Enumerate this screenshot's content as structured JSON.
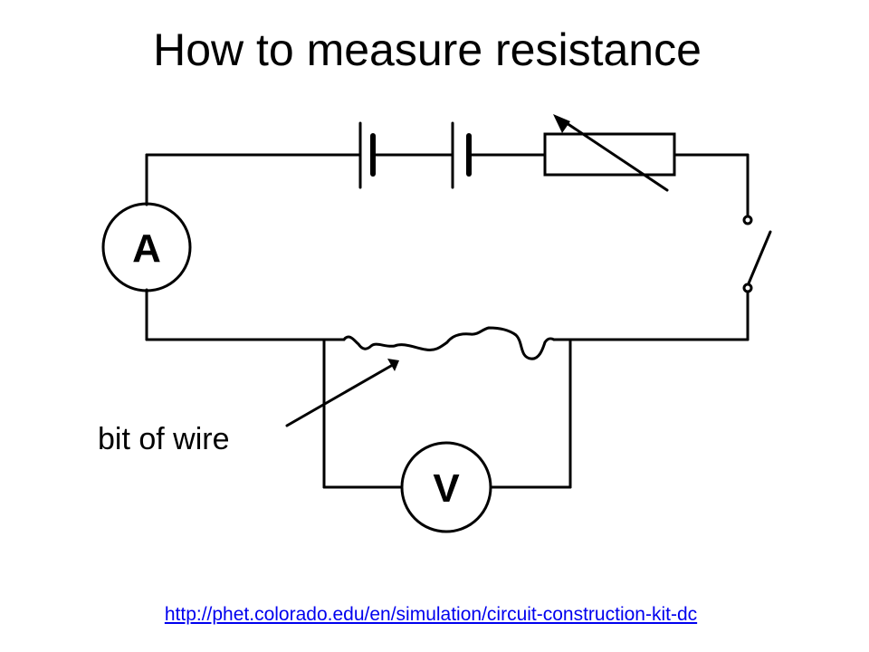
{
  "title": "How to measure resistance",
  "ammeter_label": "A",
  "voltmeter_label": "V",
  "wire_label": "bit of wire",
  "link_url": "http://phet.colorado.edu/en/simulation/circuit-construction-kit-dc",
  "colors": {
    "line": "#000000",
    "link": "#0000ee",
    "background": "#ffffff"
  }
}
